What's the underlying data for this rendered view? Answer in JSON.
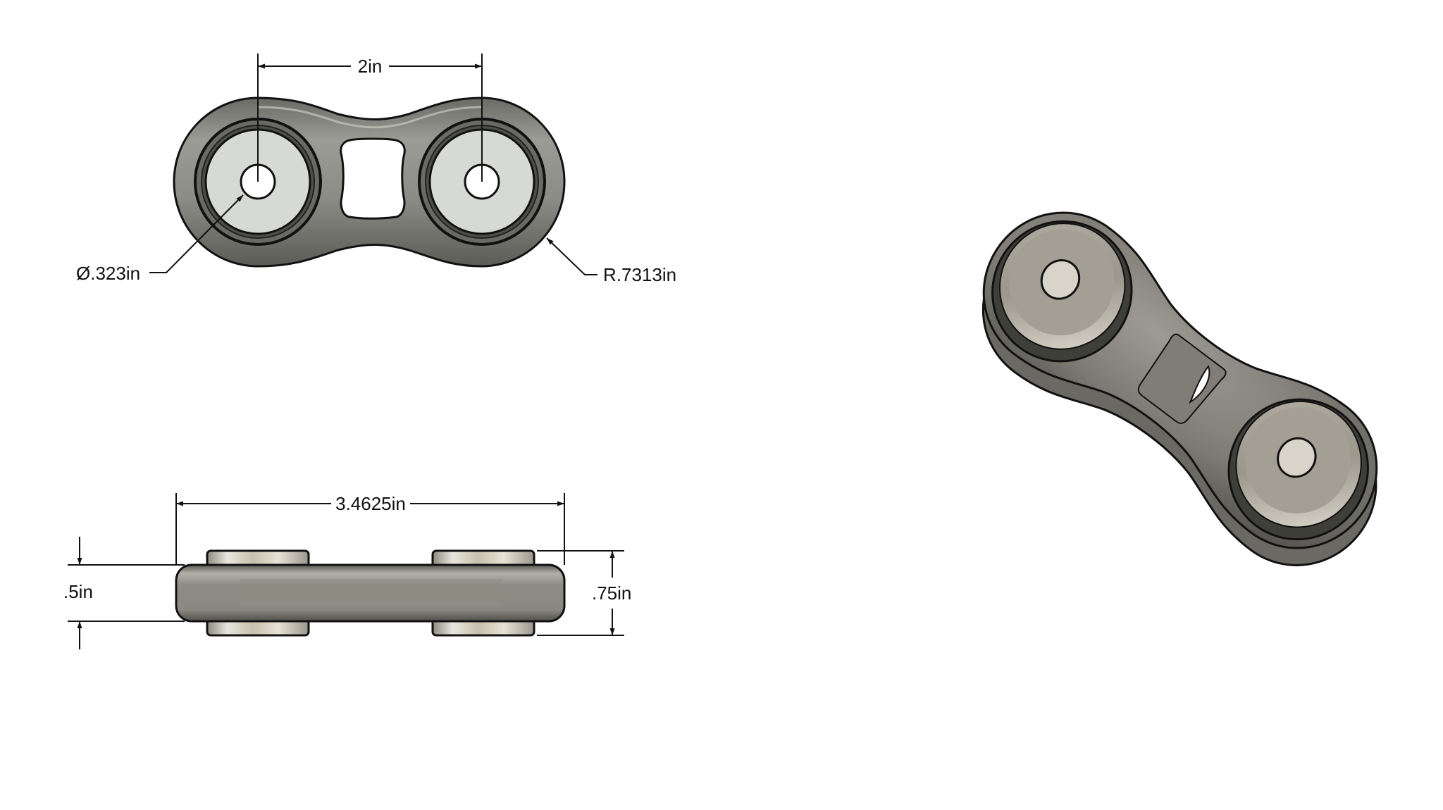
{
  "drawing": {
    "views": {
      "top": {
        "dimensions": {
          "center_distance": "2in",
          "hole_diameter": "Ø.323in",
          "end_radius": "R.7313in"
        }
      },
      "side": {
        "dimensions": {
          "overall_length": "3.4625in",
          "body_thickness": ".5in",
          "bushing_height": ".75in"
        }
      },
      "isometric": {}
    },
    "colors": {
      "body": "#8a8a84",
      "body_dark": "#5e5e58",
      "body_light": "#b4b4ac",
      "bushing_face": "#d6d9d4",
      "bushing_metal": "#c9c3b4",
      "outline": "#111111",
      "background": "#ffffff"
    }
  }
}
